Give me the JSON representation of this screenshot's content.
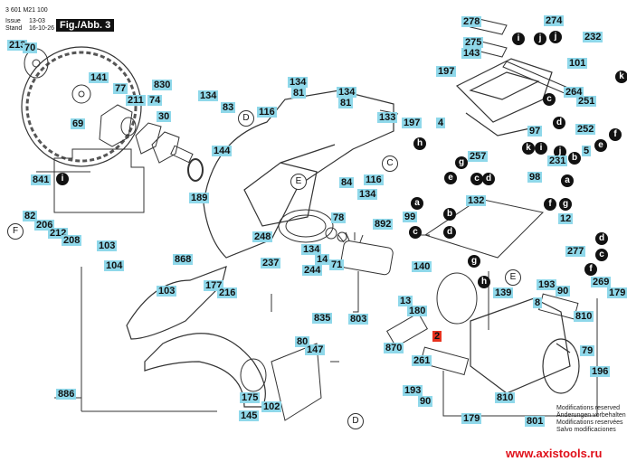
{
  "header": {
    "doc_number": "3 601 M21 100",
    "issue_label": "Issue",
    "issue_value": "13-03",
    "stand_label": "Stand",
    "stand_value": "16-10-26",
    "figure": "Fig./Abb. 3"
  },
  "labels": [
    "213",
    "70",
    "141",
    "77",
    "830",
    "211",
    "74",
    "134",
    "83",
    "30",
    "69",
    "116",
    "144",
    "189",
    "841",
    "134",
    "81",
    "134",
    "81",
    "133",
    "116",
    "84",
    "134",
    "78",
    "892",
    "82",
    "206",
    "212",
    "208",
    "103",
    "104",
    "868",
    "103",
    "177",
    "216",
    "248",
    "134",
    "237",
    "244",
    "14",
    "71",
    "835",
    "803",
    "140",
    "13",
    "180",
    "2",
    "870",
    "886",
    "80",
    "147",
    "175",
    "102",
    "145",
    "261",
    "193",
    "90",
    "179",
    "810",
    "801",
    "139",
    "193",
    "90",
    "8",
    "810",
    "79",
    "196",
    "179",
    "269",
    "277",
    "278",
    "274",
    "232",
    "275",
    "143",
    "197",
    "101",
    "264",
    "251",
    "252",
    "97",
    "197",
    "4",
    "257",
    "231",
    "5",
    "98",
    "12",
    "132",
    "99"
  ],
  "connector_letters": [
    "i",
    "i",
    "j",
    "j",
    "k",
    "c",
    "d",
    "f",
    "e",
    "k",
    "i",
    "j",
    "b",
    "c",
    "d",
    "a",
    "h",
    "g",
    "e",
    "a",
    "b",
    "c",
    "d",
    "f",
    "g",
    "d",
    "c",
    "f",
    "g",
    "h"
  ],
  "view_refs": [
    "D",
    "E",
    "C",
    "F",
    "E",
    "D"
  ],
  "footer": {
    "modifications": [
      "Modifications reserved",
      "Änderungen vorbehalten",
      "Modifications reservées",
      "Salvo modificaciones"
    ],
    "watermark": "www.axistools.ru"
  },
  "colors": {
    "label_bg": "#8fd8ea",
    "highlight_label": "#e8321e",
    "watermark": "#e0101a"
  }
}
